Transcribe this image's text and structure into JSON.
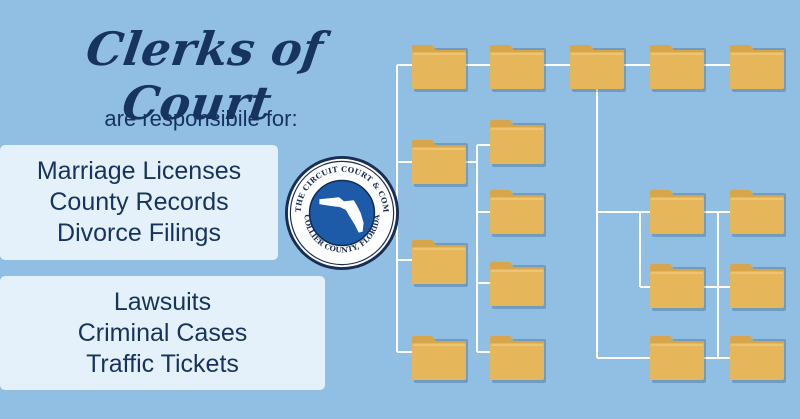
{
  "heading": {
    "title": "Clerks of Court",
    "subtitle": "are responsibile for:"
  },
  "responsibilities": {
    "group1": [
      "Marriage Licenses",
      "County Records",
      "Divorce Filings"
    ],
    "group2": [
      "Lawsuits",
      "Criminal Cases",
      "Traffic Tickets"
    ]
  },
  "seal": {
    "ring_text": "CLERK OF THE CIRCUIT COURT & COMPTROLLER",
    "bottom_text": "COLLIER COUNTY, FLORIDA"
  },
  "colors": {
    "background": "#91bfe3",
    "title": "#17335f",
    "panel": "#e4f0fa",
    "folder": "#e5b65a",
    "folder_tab": "#d7a54a",
    "connector": "#ffffff",
    "seal_blue": "#1d5aa8"
  },
  "icons": {
    "folder": "folder-icon",
    "seal": "county-seal-icon"
  }
}
